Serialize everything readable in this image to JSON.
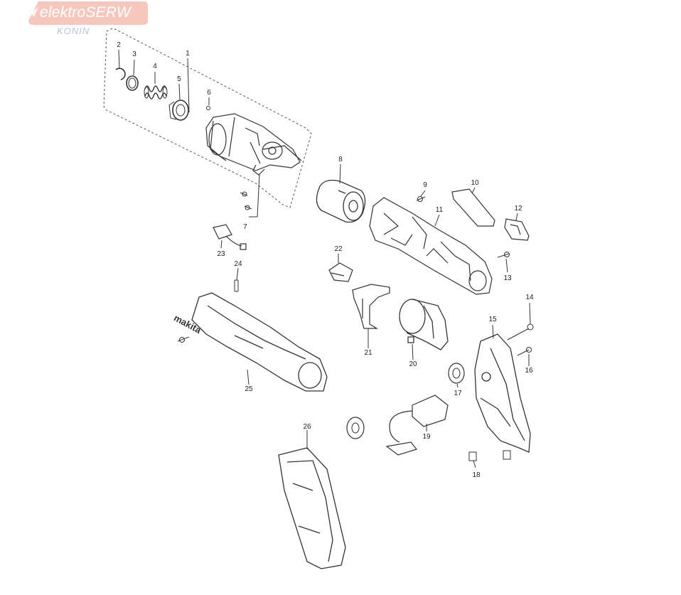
{
  "logo": {
    "brand": "elektroSERW",
    "location": "KONIN",
    "bg_color": "#f6c7bd",
    "text_color": "#ffffff",
    "sub_color": "#b9c3dc"
  },
  "parts": [
    {
      "id": "1",
      "label": "1"
    },
    {
      "id": "2",
      "label": "2"
    },
    {
      "id": "3",
      "label": "3"
    },
    {
      "id": "4",
      "label": "4"
    },
    {
      "id": "5",
      "label": "5"
    },
    {
      "id": "6",
      "label": "6"
    },
    {
      "id": "7",
      "label": "7"
    },
    {
      "id": "8",
      "label": "8"
    },
    {
      "id": "9",
      "label": "9"
    },
    {
      "id": "10",
      "label": "10"
    },
    {
      "id": "11",
      "label": "11"
    },
    {
      "id": "12",
      "label": "12"
    },
    {
      "id": "13",
      "label": "13"
    },
    {
      "id": "14",
      "label": "14"
    },
    {
      "id": "15",
      "label": "15"
    },
    {
      "id": "16",
      "label": "16"
    },
    {
      "id": "17",
      "label": "17"
    },
    {
      "id": "18",
      "label": "18"
    },
    {
      "id": "19",
      "label": "19"
    },
    {
      "id": "20",
      "label": "20"
    },
    {
      "id": "21",
      "label": "21"
    },
    {
      "id": "22",
      "label": "22"
    },
    {
      "id": "23",
      "label": "23"
    },
    {
      "id": "24",
      "label": "24"
    },
    {
      "id": "25",
      "label": "25"
    },
    {
      "id": "26",
      "label": "26"
    }
  ],
  "housing_brand": "makita"
}
